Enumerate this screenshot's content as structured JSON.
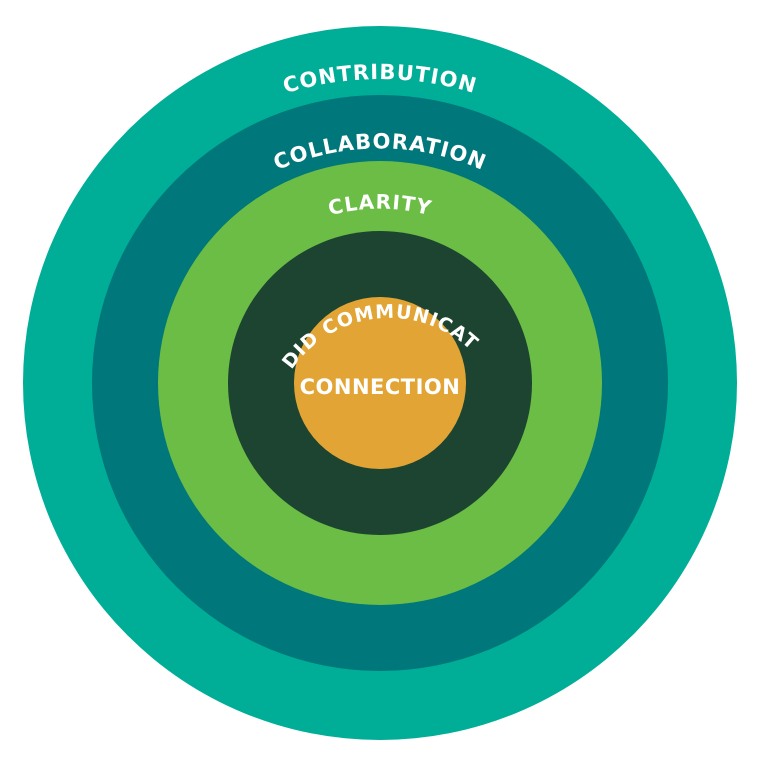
{
  "rings": [
    {
      "label": "CONTRIBUTION",
      "color": "#00ae97"
    },
    {
      "label": "COLLABORATION",
      "color": "#00777a"
    },
    {
      "label": "CLARITY",
      "color": "#6bbd45"
    },
    {
      "label": "CANDID COMMUNICATION",
      "color": "#1c4430"
    }
  ],
  "center": {
    "label": "CONNECTION",
    "color": "#e2a535"
  }
}
